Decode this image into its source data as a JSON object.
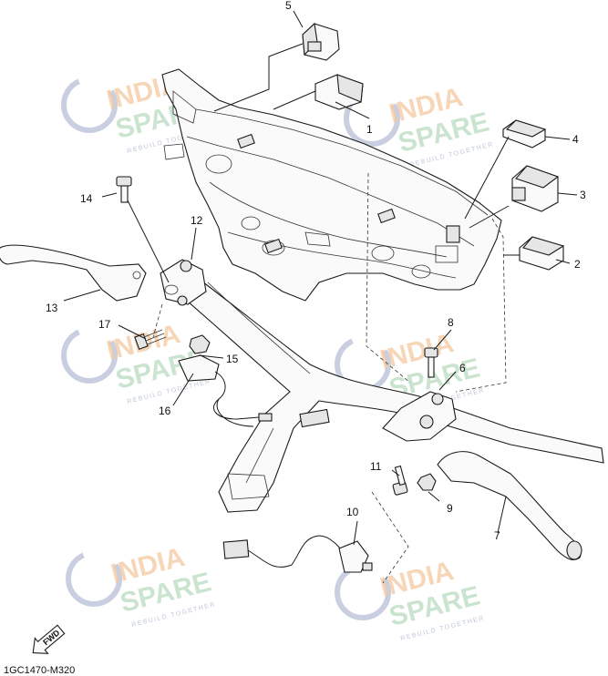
{
  "diagram": {
    "callouts": [
      {
        "id": "1",
        "text": "1"
      },
      {
        "id": "2",
        "text": "2"
      },
      {
        "id": "3",
        "text": "3"
      },
      {
        "id": "4",
        "text": "4"
      },
      {
        "id": "5",
        "text": "5"
      },
      {
        "id": "6",
        "text": "6"
      },
      {
        "id": "7",
        "text": "7"
      },
      {
        "id": "8",
        "text": "8"
      },
      {
        "id": "9",
        "text": "9"
      },
      {
        "id": "10",
        "text": "10"
      },
      {
        "id": "11",
        "text": "11"
      },
      {
        "id": "12",
        "text": "12"
      },
      {
        "id": "13",
        "text": "13"
      },
      {
        "id": "14",
        "text": "14"
      },
      {
        "id": "15",
        "text": "15"
      },
      {
        "id": "16",
        "text": "16"
      },
      {
        "id": "17",
        "text": "17"
      }
    ],
    "drawing_code": "1GC1470-M320",
    "fwd_label": "FWD"
  },
  "watermark": {
    "line1": "INDIA",
    "line2": "SPARE",
    "tagline": "REBUILD TOGETHER",
    "colors": {
      "india": "#f3c9a0",
      "spare": "#b9dcc0",
      "icon": "#c9cfe0"
    }
  }
}
